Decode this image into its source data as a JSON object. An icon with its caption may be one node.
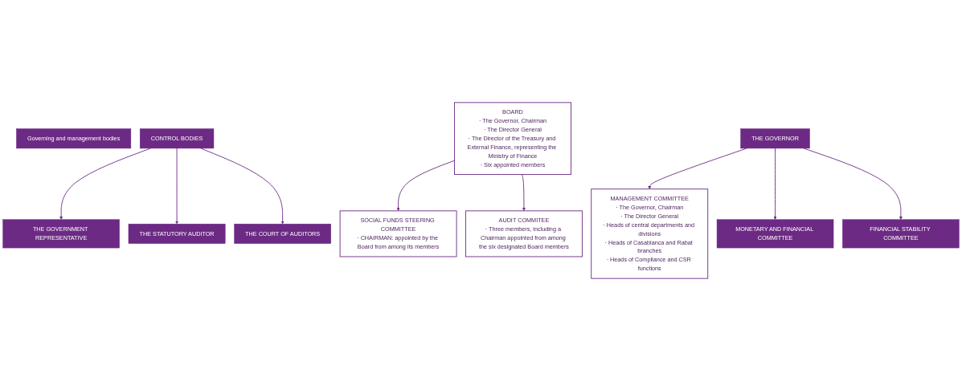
{
  "diagram": {
    "nodes": [
      {
        "text": [
          "Governing and management bodies"
        ]
      },
      {
        "text": [
          "CONTROL BODIES"
        ]
      },
      {
        "text": [
          "THE GOVERNMENT REPRESENTATIVE"
        ]
      },
      {
        "text": [
          "THE STATUTORY AUDITOR"
        ]
      },
      {
        "text": [
          "THE COURT OF AUDITORS"
        ]
      },
      {
        "text": [
          "BOARD",
          "· The Governor, Chairman",
          "· The Director General",
          "· The Director of the Treasury and External Finance, representing the Ministry of Finance",
          "· Six appointed members"
        ]
      },
      {
        "text": [
          "THE GOVERNOR"
        ]
      },
      {
        "text": [
          "SOCIAL FUNDS STEERING COMMITTEE",
          "· CHAIRMAN: appointed by the Board from among its members"
        ]
      },
      {
        "text": [
          "AUDIT COMMITEE",
          "· Three members, including a Chairman appointed from among the six designated Board members"
        ]
      },
      {
        "text": [
          "MANAGEMENT COMMITTEE",
          "· The Governor, Chairman",
          "· The Director General",
          "· Heads of central departments and divisions",
          "· Heads of Casablanca and Rabat branches",
          "· Heads of Compliance and CSR functions"
        ]
      },
      {
        "text": [
          "MONETARY AND FINANCIAL COMMITTEE"
        ]
      },
      {
        "text": [
          "FINANCIAL STABILITY COMMITTEE"
        ]
      }
    ],
    "edges": [
      {
        "from": 1,
        "to": 2,
        "arrow": "to"
      },
      {
        "from": 1,
        "to": 3,
        "arrow": "to"
      },
      {
        "from": 1,
        "to": 4,
        "arrow": "to"
      },
      {
        "from": 5,
        "to": 7,
        "arrow": "to"
      },
      {
        "from": 5,
        "to": 8,
        "arrow": "to"
      },
      {
        "from": 6,
        "to": 9,
        "arrow": "to"
      },
      {
        "from": 6,
        "to": 10,
        "arrow": "to"
      },
      {
        "from": 6,
        "to": 11,
        "arrow": "to"
      }
    ]
  }
}
